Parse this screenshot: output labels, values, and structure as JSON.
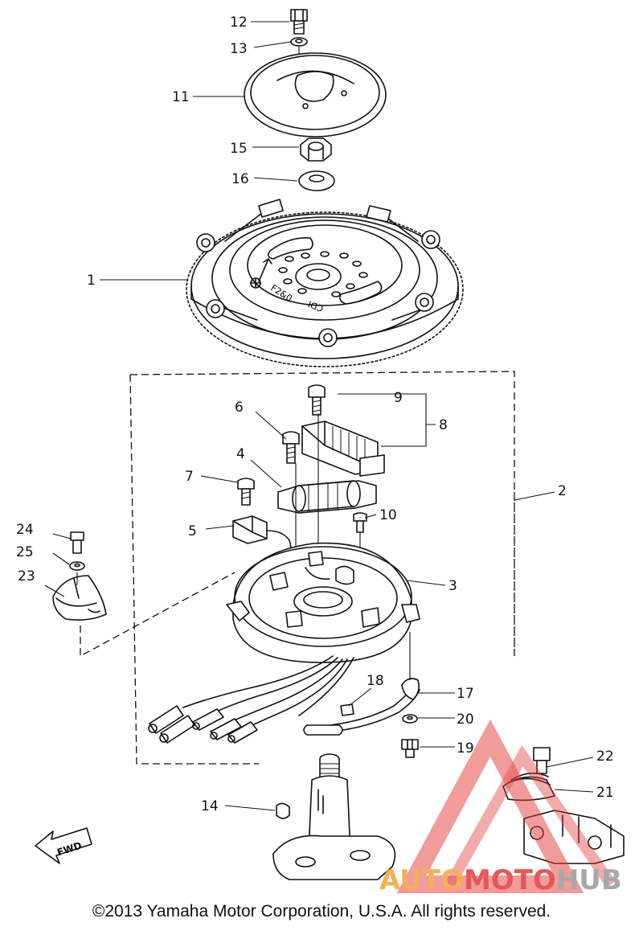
{
  "callouts": {
    "n1": "1",
    "n2": "2",
    "n3": "3",
    "n4": "4",
    "n5": "5",
    "n6": "6",
    "n7": "7",
    "n8": "8",
    "n9": "9",
    "n10": "10",
    "n11": "11",
    "n12": "12",
    "n13": "13",
    "n14": "14",
    "n15": "15",
    "n16": "16",
    "n17": "17",
    "n18": "18",
    "n19": "19",
    "n20": "20",
    "n21": "21",
    "n22": "22",
    "n23": "23",
    "n24": "24",
    "n25": "25"
  },
  "flywheel_markings": {
    "model": "F2&0",
    "cdi": "CDI"
  },
  "fwd_label": "FWD",
  "watermark": {
    "part1": "AUTO",
    "part2": "MOTO",
    "part3": "HUB",
    "color_red": "#e23a3a",
    "color_orange": "#f3a33a",
    "color_gray": "#9a9a9a"
  },
  "copyright": "©2013 Yamaha Motor Corporation, U.S.A. All rights reserved."
}
